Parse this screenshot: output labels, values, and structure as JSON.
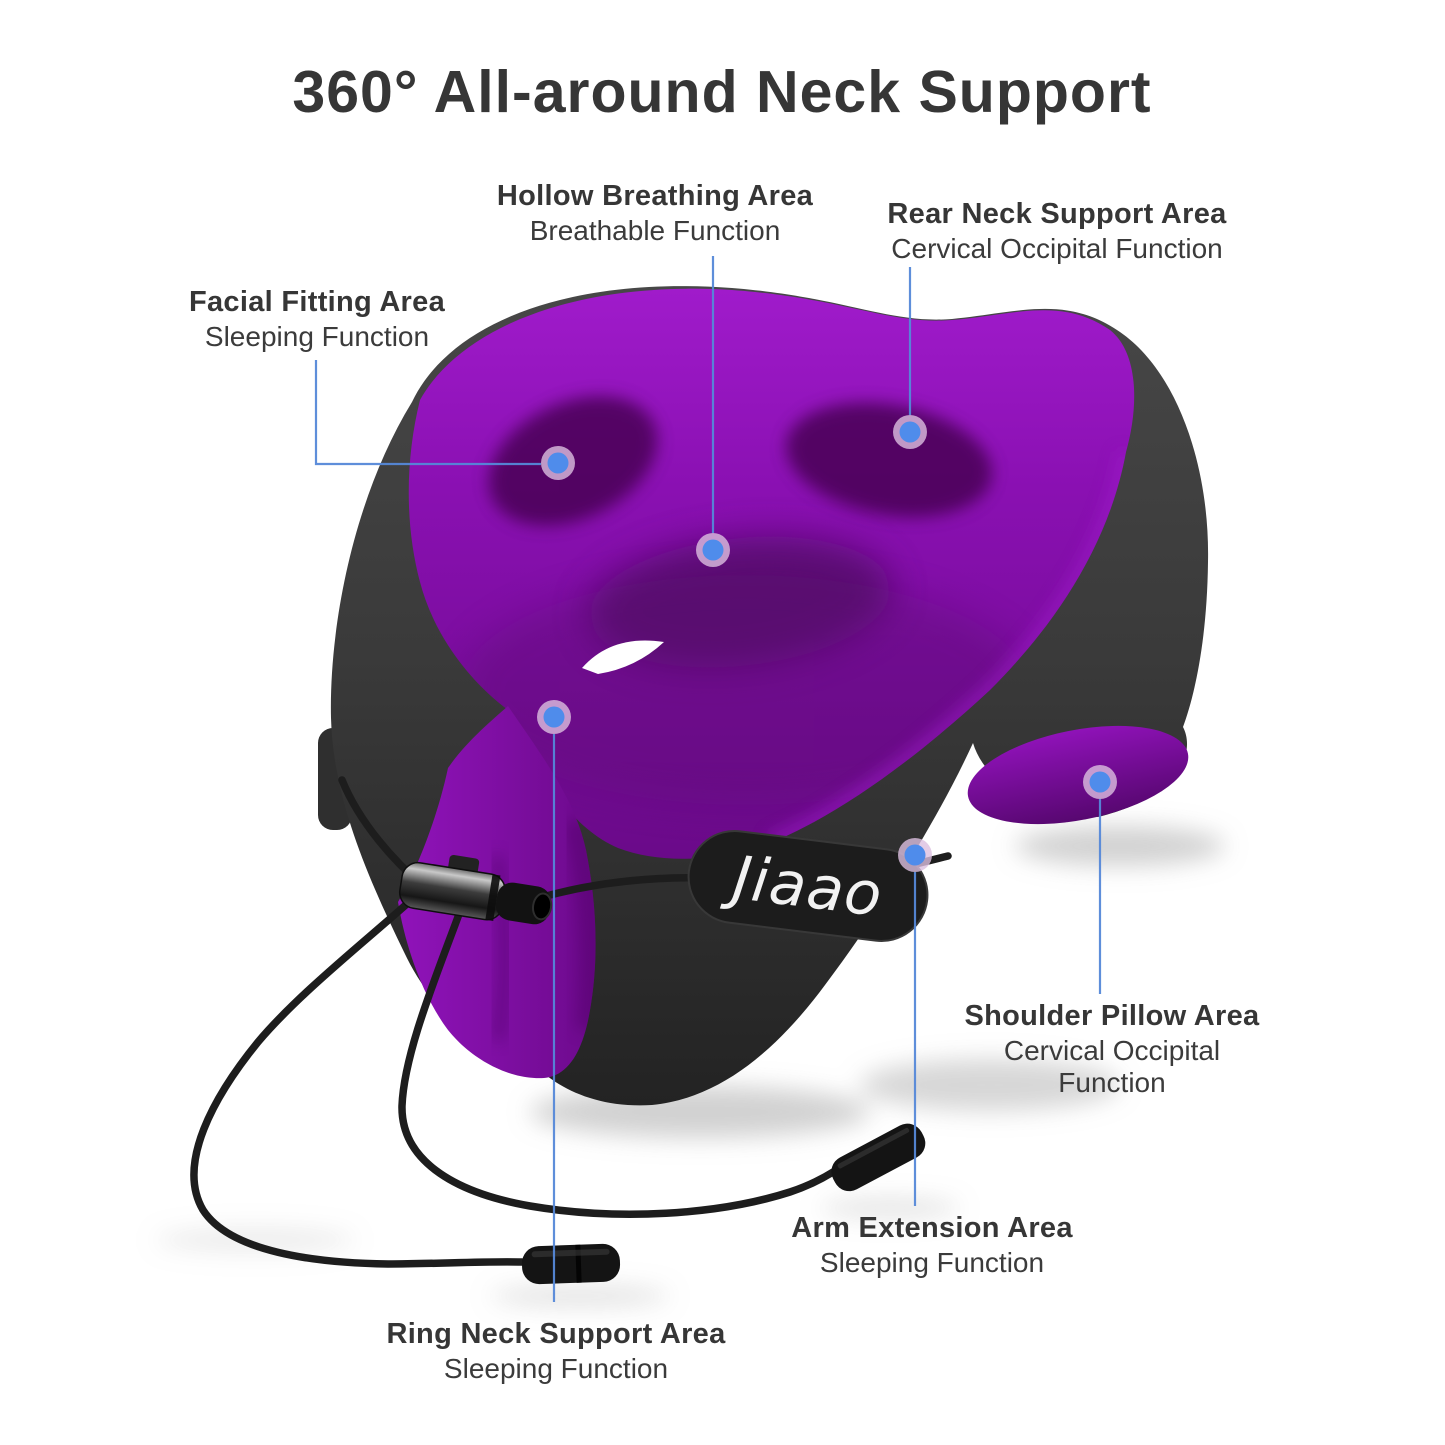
{
  "title": "360° All-around Neck Support",
  "product": {
    "brand_label": "Jiaao"
  },
  "callouts": {
    "hollow_breathing": {
      "label": "Hollow Breathing Area",
      "sublabel": "Breathable Function"
    },
    "rear_neck": {
      "label": "Rear Neck Support Area",
      "sublabel": "Cervical Occipital Function"
    },
    "facial_fitting": {
      "label": "Facial Fitting Area",
      "sublabel": "Sleeping Function"
    },
    "shoulder_pillow": {
      "label": "Shoulder Pillow Area",
      "sublabel": "Cervical Occipital Function"
    },
    "arm_extension": {
      "label": "Arm Extension Area",
      "sublabel": "Sleeping Function"
    },
    "ring_neck": {
      "label": "Ring Neck Support Area",
      "sublabel": "Sleeping Function"
    }
  },
  "colors": {
    "background": "#ffffff",
    "text": "#363636",
    "pillow_purple": "#8a10b2",
    "pillow_purple_light": "#a01bcb",
    "pillow_purple_dark": "#66097f",
    "pillow_shell_black": "#3a3a3a",
    "cord_black": "#1d1d1d",
    "marker_dot_blue": "#4f8ceb",
    "marker_halo": "#dcbfe0",
    "connector_line_blue": "#5588d8"
  }
}
